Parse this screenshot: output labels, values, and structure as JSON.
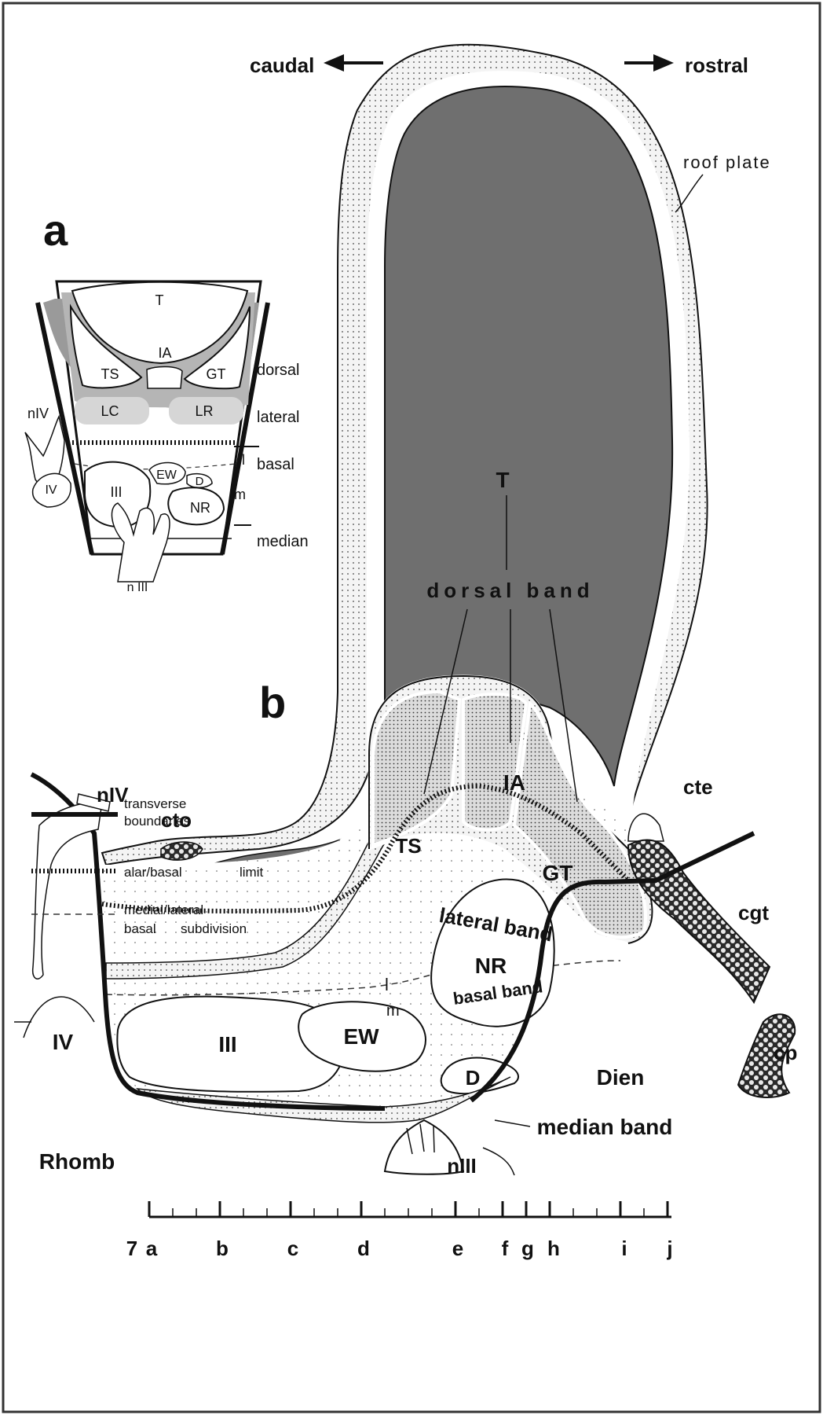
{
  "panels": {
    "a": "a",
    "b": "b"
  },
  "orientation": {
    "caudal": "caudal",
    "rostral": "rostral"
  },
  "roof_plate": "roof plate",
  "inset_a": {
    "T": "T",
    "IA": "IA",
    "TS": "TS",
    "GT": "GT",
    "LC": "LC",
    "LR": "LR",
    "EW": "EW",
    "D": "D",
    "III": "III",
    "NR": "NR",
    "nIV": "nIV",
    "IV": "IV",
    "nIII": "n III",
    "l": "l",
    "m": "m",
    "dorsal": "dorsal",
    "lateral": "lateral",
    "basal": "basal",
    "median": "median"
  },
  "legend": {
    "transverse_1": "transverse",
    "transverse_2": "boundaries",
    "alar_1": "alar/basal",
    "alar_2": "limit",
    "medial_1": "medial/lateral",
    "medial_2a": "basal",
    "medial_2b": "subdivision"
  },
  "panel_b": {
    "T": "T",
    "dorsal_band": "dorsal band",
    "IA": "IA",
    "TS": "TS",
    "GT": "GT",
    "lateral_band": "lateral band",
    "basal_band": "basal band",
    "cte": "cte",
    "cgt": "cgt",
    "cp": "cp",
    "cto": "cto",
    "nIV": "nIV",
    "l": "l",
    "m": "m",
    "NR": "NR",
    "III": "III",
    "EW": "EW",
    "D": "D",
    "IV": "IV",
    "Dien": "Dien",
    "Rhomb": "Rhomb",
    "median_band": "median band",
    "nIII": "nIII"
  },
  "scale_ticks": [
    "7",
    "a",
    "b",
    "c",
    "d",
    "e",
    "f",
    "g",
    "h",
    "i",
    "j"
  ],
  "colors": {
    "tectum": "#6f6f6f",
    "light_gray": "#d6d6d6",
    "band_fill": "#e4e4e4",
    "line": "#111111"
  }
}
